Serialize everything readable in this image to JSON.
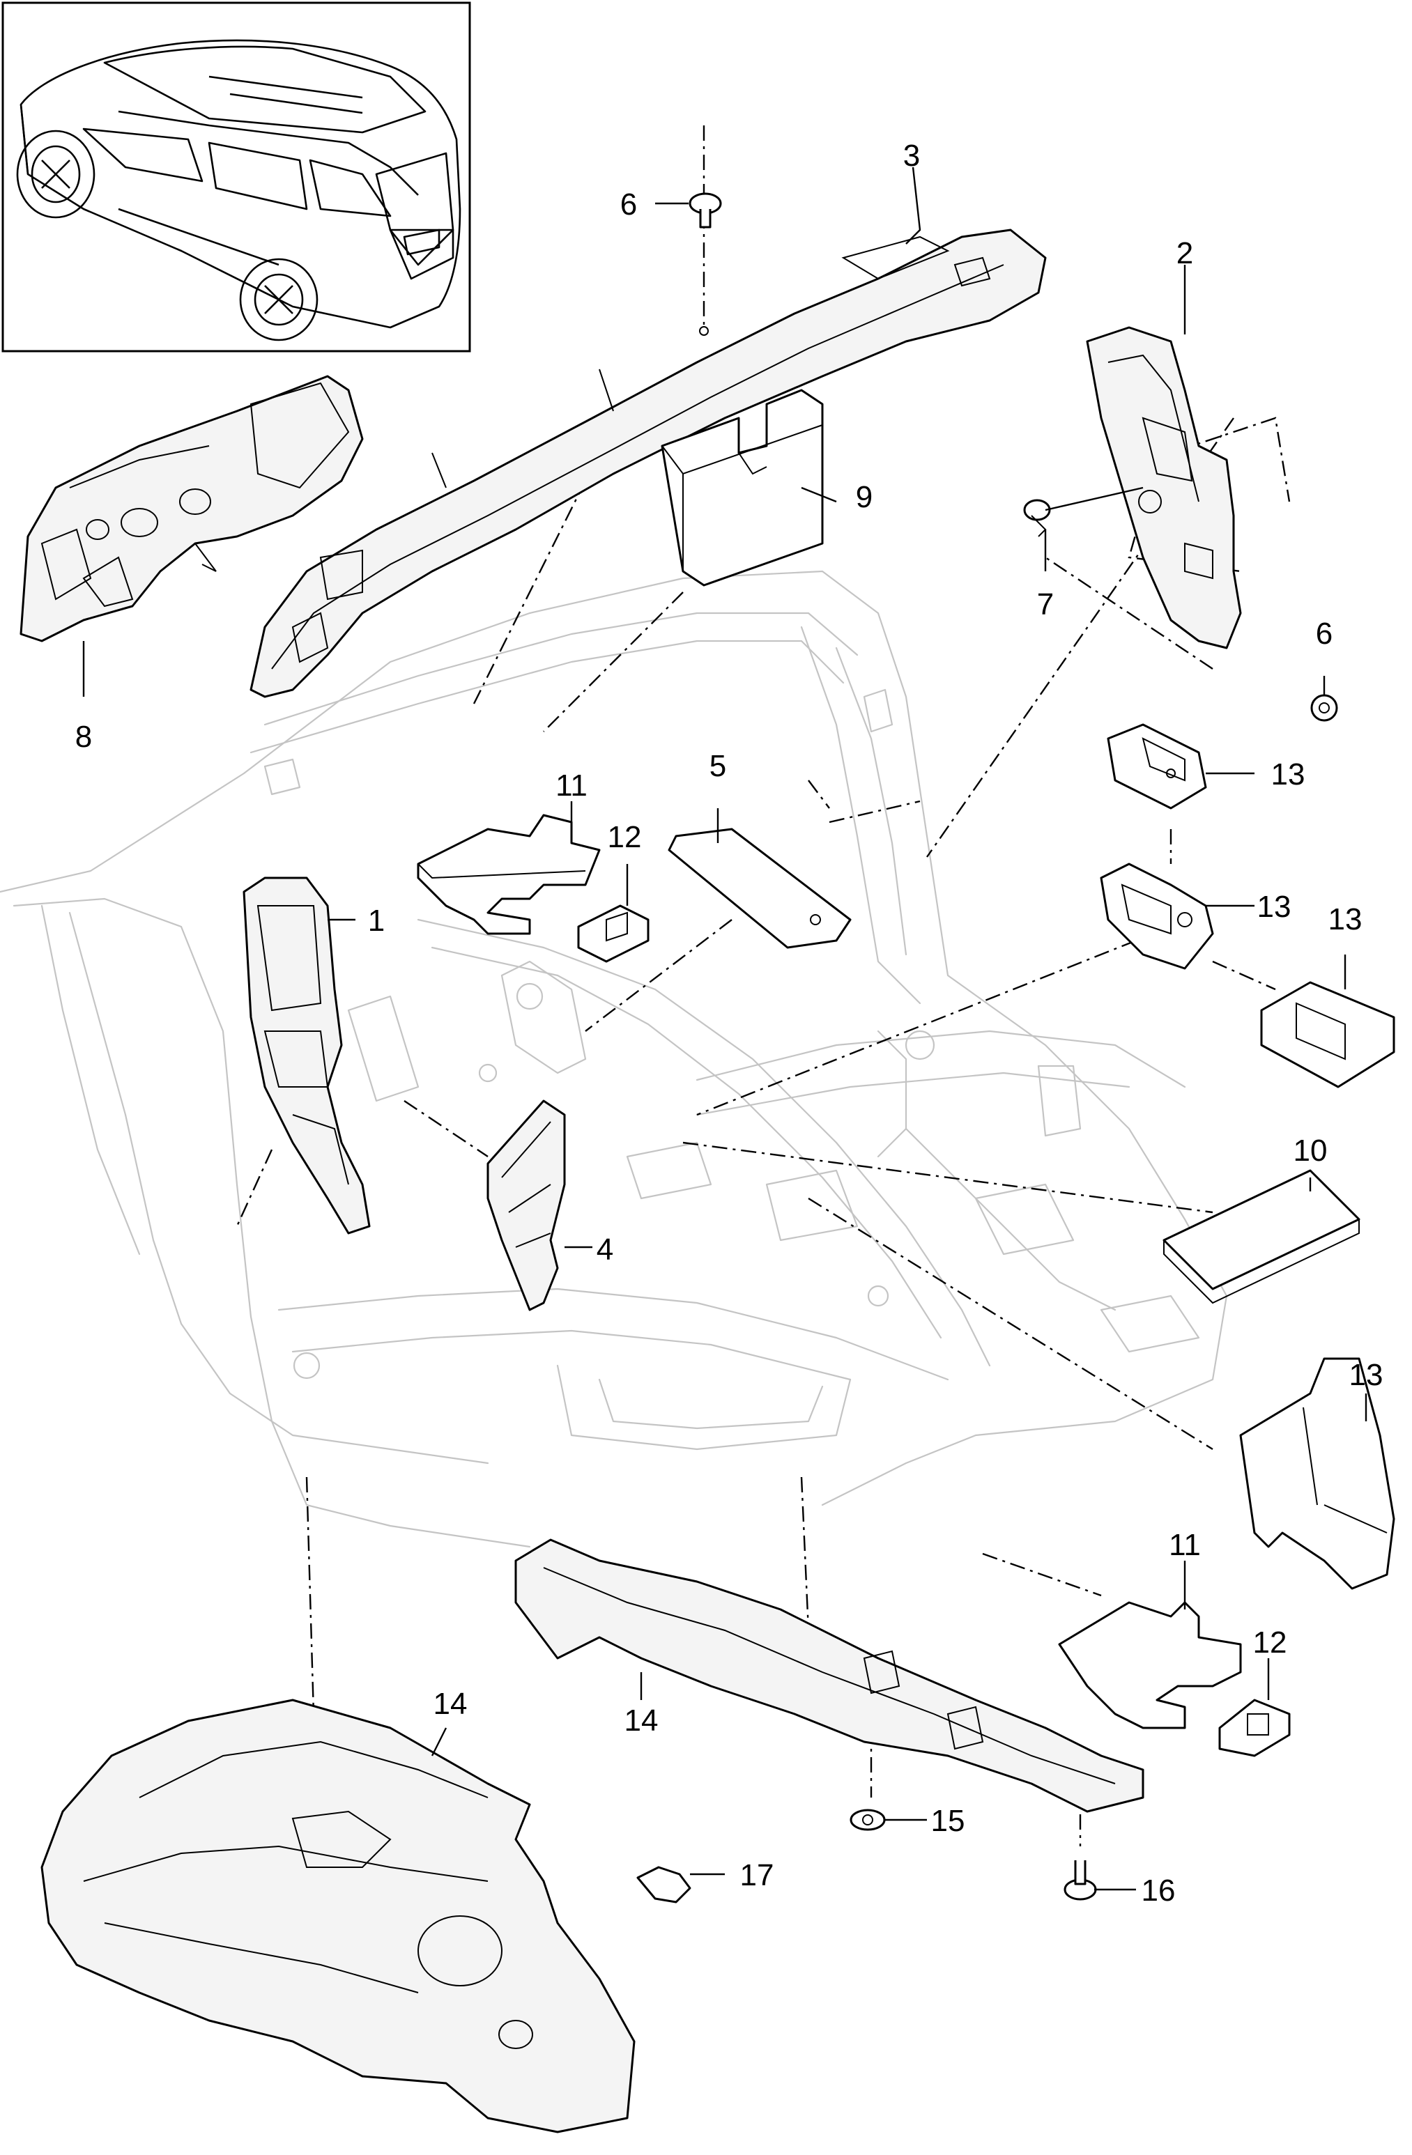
{
  "diagram": {
    "callouts": [
      {
        "id": "c1",
        "label": "1"
      },
      {
        "id": "c2",
        "label": "2"
      },
      {
        "id": "c3",
        "label": "3"
      },
      {
        "id": "c4",
        "label": "4"
      },
      {
        "id": "c5",
        "label": "5"
      },
      {
        "id": "c6a",
        "label": "6"
      },
      {
        "id": "c6b",
        "label": "6"
      },
      {
        "id": "c7",
        "label": "7"
      },
      {
        "id": "c8",
        "label": "8"
      },
      {
        "id": "c9",
        "label": "9"
      },
      {
        "id": "c10",
        "label": "10"
      },
      {
        "id": "c11a",
        "label": "11"
      },
      {
        "id": "c11b",
        "label": "11"
      },
      {
        "id": "c12a",
        "label": "12"
      },
      {
        "id": "c12b",
        "label": "12"
      },
      {
        "id": "c13a",
        "label": "13"
      },
      {
        "id": "c13b",
        "label": "13"
      },
      {
        "id": "c13c",
        "label": "13"
      },
      {
        "id": "c13d",
        "label": "13"
      },
      {
        "id": "c14a",
        "label": "14"
      },
      {
        "id": "c14b",
        "label": "14"
      },
      {
        "id": "c15",
        "label": "15"
      },
      {
        "id": "c16",
        "label": "16"
      },
      {
        "id": "c17",
        "label": "17"
      }
    ]
  }
}
